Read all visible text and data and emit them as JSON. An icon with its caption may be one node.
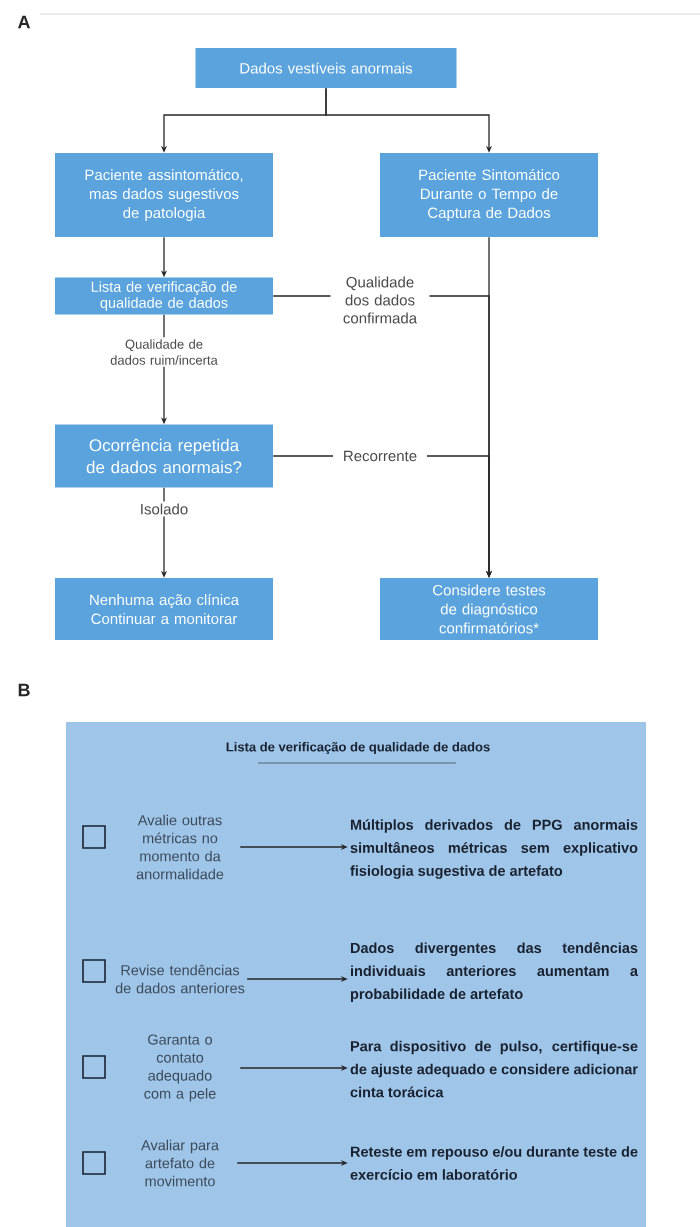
{
  "diagram": {
    "nodes": [
      {
        "text": [
          "Dados vestíveis anormais"
        ]
      },
      {
        "text": [
          "Paciente assintomático, mas dados sugestivos de patologia"
        ]
      },
      {
        "text": [
          "Paciente Sintomático Durante o Tempo de Captura de Dados"
        ]
      },
      {
        "text": [
          "Lista de verificação de qualidade de dados"
        ]
      },
      {
        "text": [
          "Ocorrência repetida de dados anormais?"
        ]
      },
      {
        "text": [
          "Nenhuma ação clínica Continuar a monitorar"
        ]
      },
      {
        "text": [
          "Considere testes de diagnóstico confirmatórios*"
        ]
      },
      {
        "text": [
          "Lista de verificação de qualidade de dados"
        ]
      },
      {
        "text": [
          "Avalie outras métricas no momento da anormalidade"
        ],
        "in": 7
      },
      {
        "text": [
          "Múltiplos derivados de PPG anormais simultâneos métricas sem explicativo fisiologia sugestiva de artefato"
        ],
        "in": 7
      },
      {
        "text": [
          "Revise tendências de dados anteriores"
        ],
        "in": 7
      },
      {
        "text": [
          "Dados divergentes das tendências individuais anteriores aumentam a probabilidade de artefato"
        ],
        "in": 7
      },
      {
        "text": [
          "Garanta o contato adequado com a pele"
        ],
        "in": 7
      },
      {
        "text": [
          "Para dispositivo de pulso, certifique-se de ajuste adequado e considere adicionar cinta torácica"
        ],
        "in": 7
      },
      {
        "text": [
          "Avaliar para artefato de movimento"
        ],
        "in": 7
      },
      {
        "text": [
          "Reteste em repouso e/ou durante teste de exercício em laboratório"
        ],
        "in": 7
      }
    ],
    "edges": [
      {
        "from": 0,
        "to": 1,
        "arrow": "to"
      },
      {
        "from": 0,
        "to": 2,
        "arrow": "to"
      },
      {
        "from": 1,
        "to": 3,
        "arrow": "to"
      },
      {
        "from": 3,
        "to": 4,
        "arrow": "to",
        "label": "Qualidade de dados ruim/incerta"
      },
      {
        "from": 3,
        "to": 6,
        "arrow": "to",
        "label": "Qualidade dos dados confirmada"
      },
      {
        "from": 2,
        "to": 6,
        "arrow": "to"
      },
      {
        "from": 4,
        "to": 6,
        "arrow": "to",
        "label": "Recorrente"
      },
      {
        "from": 4,
        "to": 5,
        "arrow": "to",
        "label": "Isolado"
      },
      {
        "from": 8,
        "to": 9,
        "arrow": "to"
      },
      {
        "from": 10,
        "to": 11,
        "arrow": "to"
      },
      {
        "from": 12,
        "to": 13,
        "arrow": "to"
      },
      {
        "from": 14,
        "to": 15,
        "arrow": "to"
      }
    ],
    "labels": [
      "A",
      "B"
    ]
  }
}
